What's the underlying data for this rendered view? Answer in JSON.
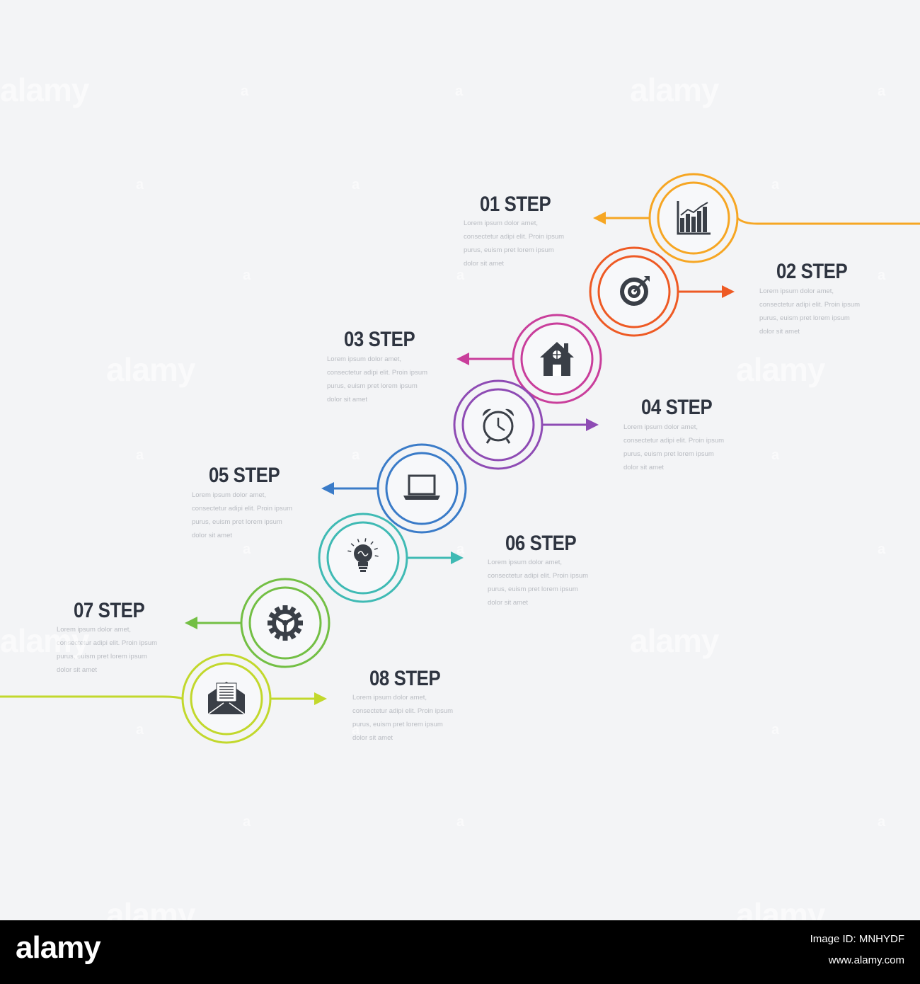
{
  "steps": [
    {
      "title": "01 STEP",
      "text": "Lorem ipsum dolor amet, consectetur adipi elit. Proin ipsum purus, euism pret lorem ipsum dolor sit amet",
      "color": "#f6a623",
      "icon": "bar-chart-icon"
    },
    {
      "title": "02 STEP",
      "text": "Lorem ipsum dolor amet, consectetur adipi elit. Proin ipsum purus, euism pret lorem ipsum dolor sit amet",
      "color": "#ee5a24",
      "icon": "target-icon"
    },
    {
      "title": "03 STEP",
      "text": "Lorem ipsum dolor amet, consectetur adipi elit. Proin ipsum purus, euism pret lorem ipsum dolor sit amet",
      "color": "#c93e9b",
      "icon": "house-icon"
    },
    {
      "title": "04 STEP",
      "text": "Lorem ipsum dolor amet, consectetur adipi elit. Proin ipsum purus, euism pret lorem ipsum dolor sit amet",
      "color": "#8e4bb4",
      "icon": "alarm-clock-icon"
    },
    {
      "title": "05 STEP",
      "text": "Lorem ipsum dolor amet, consectetur adipi elit. Proin ipsum purus, euism pret lorem ipsum dolor sit amet",
      "color": "#3a7bc8",
      "icon": "laptop-icon"
    },
    {
      "title": "06 STEP",
      "text": "Lorem ipsum dolor amet, consectetur adipi elit. Proin ipsum purus, euism pret lorem ipsum dolor sit amet",
      "color": "#3fbab4",
      "icon": "lightbulb-icon"
    },
    {
      "title": "07 STEP",
      "text": "Lorem ipsum dolor amet, consectetur adipi elit. Proin ipsum purus, euism pret lorem ipsum dolor sit amet",
      "color": "#73bf44",
      "icon": "gear-icon"
    },
    {
      "title": "08 STEP",
      "text": "Lorem ipsum dolor amet, consectetur adipi elit. Proin ipsum purus, euism pret lorem ipsum dolor sit amet",
      "color": "#c2d82c",
      "icon": "envelope-icon"
    }
  ],
  "icon_color": "#3a3f47",
  "watermark": "alamy",
  "footer": {
    "logo": "alamy",
    "image_id": "Image ID: MNHYDF",
    "site": "www.alamy.com"
  }
}
